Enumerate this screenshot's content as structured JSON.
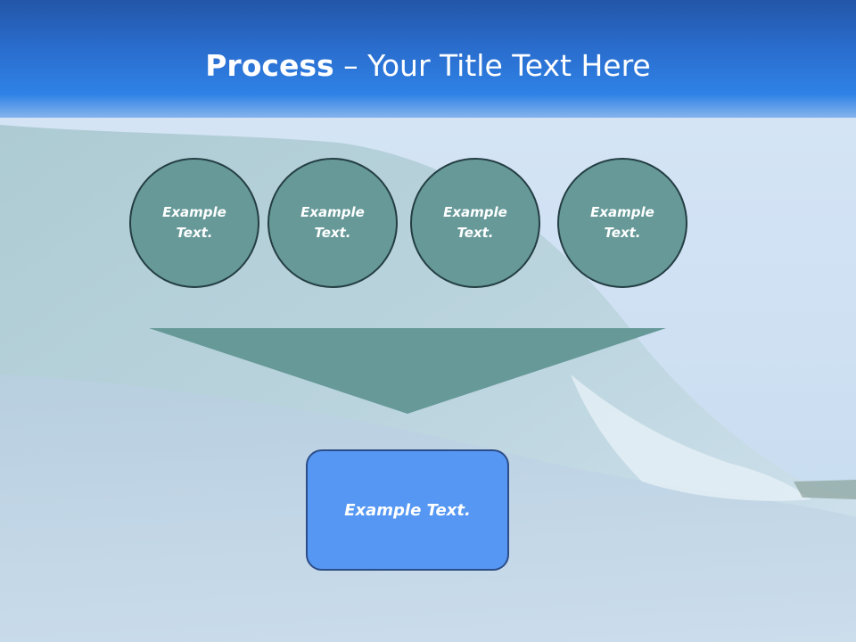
{
  "title": {
    "bold": "Process",
    "separator": " – ",
    "rest": "Your Title Text Here"
  },
  "circles": [
    {
      "text": "Example Text."
    },
    {
      "text": "Example Text."
    },
    {
      "text": "Example Text."
    },
    {
      "text": "Example Text."
    }
  ],
  "result": {
    "text": "Example Text."
  },
  "colors": {
    "title_bar": "#2a6fd0",
    "circle_fill": "#669998",
    "circle_border": "#243e43",
    "funnel_fill": "#669998",
    "box_fill": "#5597f2",
    "box_border": "#2d4d88"
  }
}
